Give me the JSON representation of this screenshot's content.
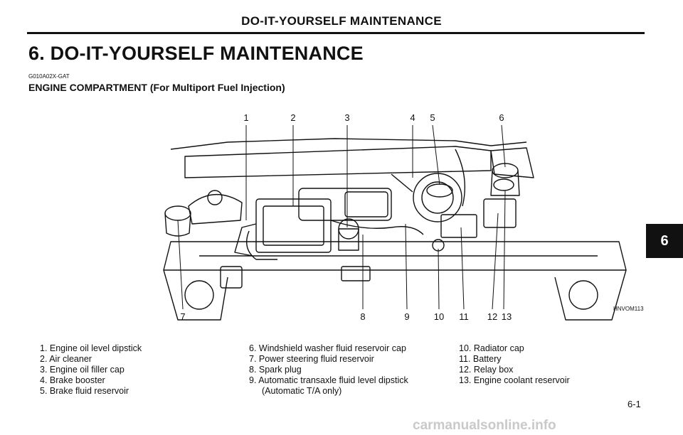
{
  "header": {
    "running_title": "DO-IT-YOURSELF MAINTENANCE"
  },
  "chapter": {
    "title": "6. DO-IT-YOURSELF MAINTENANCE",
    "tab_number": "6"
  },
  "section": {
    "code": "G010A02X-GAT",
    "title": "ENGINE COMPARTMENT (For Multiport Fuel Injection)"
  },
  "figure": {
    "ref": "HNVOM113",
    "callouts_top": [
      "1",
      "2",
      "3",
      "4",
      "5",
      "6"
    ],
    "callouts_bottom": [
      "7",
      "8",
      "9",
      "10",
      "11",
      "12",
      "13"
    ]
  },
  "legend": {
    "col1": [
      "1. Engine oil level dipstick",
      "2. Air cleaner",
      "3. Engine oil filler cap",
      "4. Brake booster",
      "5. Brake fluid reservoir"
    ],
    "col2": [
      "6. Windshield washer fluid reservoir cap",
      "7. Power steering fluid reservoir",
      "8. Spark plug",
      "9. Automatic transaxle fluid level dipstick"
    ],
    "col2_cont": "(Automatic T/A only)",
    "col3": [
      "10. Radiator cap",
      "11. Battery",
      "12. Relay box",
      "13. Engine coolant reservoir"
    ]
  },
  "footer": {
    "page": "6-1",
    "watermark": "carmanualsonline.info"
  },
  "colors": {
    "ink": "#111111",
    "tab_bg": "#111111",
    "watermark": "#c9c9c9"
  }
}
